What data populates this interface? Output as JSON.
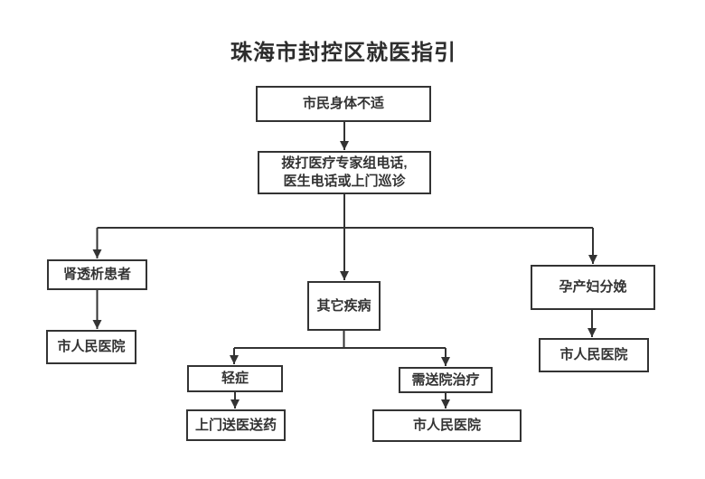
{
  "title": "珠海市封控区就医指引",
  "colors": {
    "ink": "#333333",
    "background": "#ffffff"
  },
  "flowchart": {
    "nodes": {
      "start": {
        "label": "市民身体不适"
      },
      "call": {
        "line1": "拨打医疗专家组电话,",
        "line2": "医生电话或上门巡诊"
      },
      "dialysis": {
        "label": "肾透析患者"
      },
      "dialysis_dest": {
        "label": "市人民医院"
      },
      "other": {
        "label": "其它疾病"
      },
      "mild": {
        "label": "轻症"
      },
      "mild_dest": {
        "label": "上门送医送药"
      },
      "hospital_needed": {
        "label": "需送院治疗"
      },
      "hospital_dest": {
        "label": "市人民医院"
      },
      "maternity": {
        "label": "孕产妇分娩"
      },
      "maternity_dest": {
        "label": "市人民医院"
      }
    },
    "edges": [
      {
        "from": "start",
        "to": "call"
      },
      {
        "from": "call",
        "to": "dialysis"
      },
      {
        "from": "call",
        "to": "other"
      },
      {
        "from": "call",
        "to": "maternity"
      },
      {
        "from": "dialysis",
        "to": "dialysis_dest"
      },
      {
        "from": "other",
        "to": "mild"
      },
      {
        "from": "other",
        "to": "hospital_needed"
      },
      {
        "from": "mild",
        "to": "mild_dest"
      },
      {
        "from": "hospital_needed",
        "to": "hospital_dest"
      },
      {
        "from": "maternity",
        "to": "maternity_dest"
      }
    ]
  }
}
